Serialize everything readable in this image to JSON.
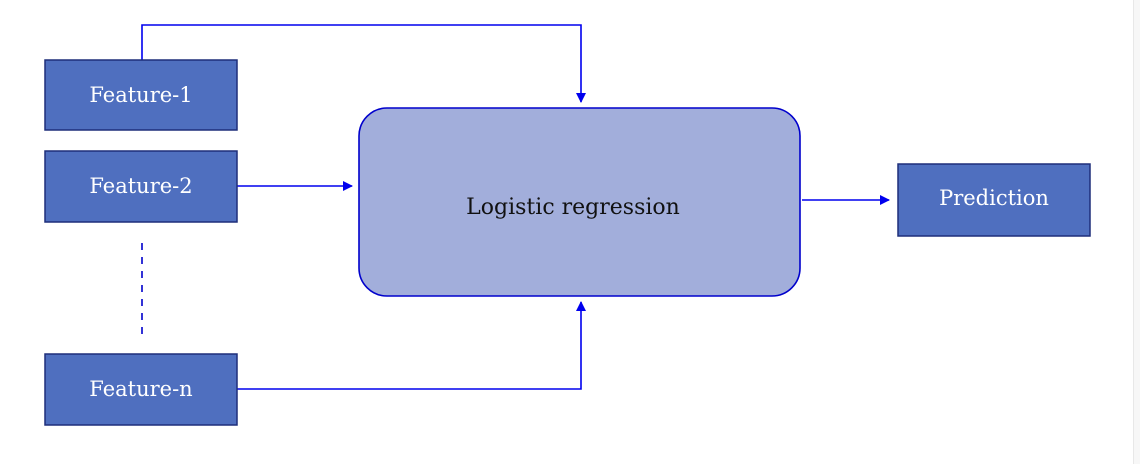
{
  "diagram": {
    "inputs": [
      {
        "label": "Feature-1"
      },
      {
        "label": "Feature-2"
      },
      {
        "label": "Feature-n"
      }
    ],
    "model": {
      "label": "Logistic regression"
    },
    "output": {
      "label": "Prediction"
    },
    "colors": {
      "feature_box_fill": "#4f6fbf",
      "feature_box_border": "#1e2e7a",
      "model_fill": "#a2aedb",
      "model_border": "#0000cc",
      "arrow": "#0000ee"
    }
  }
}
